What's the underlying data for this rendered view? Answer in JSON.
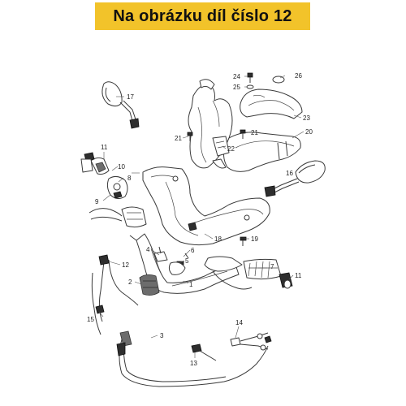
{
  "header": {
    "title": "Na obrázku díl číslo 12",
    "color": "#f2c32a"
  },
  "callouts": {
    "c1": "1",
    "c2": "2",
    "c3": "3",
    "c4": "4",
    "c5": "5",
    "c6": "6",
    "c7": "7",
    "c8": "8",
    "c9": "9",
    "c10": "10",
    "c11a": "11",
    "c11b": "11",
    "c12": "12",
    "c13": "13",
    "c14": "14",
    "c15": "15",
    "c16": "16",
    "c17": "17",
    "c18": "18",
    "c19": "19",
    "c20": "20",
    "c21a": "21",
    "c21b": "21",
    "c22": "22",
    "c23": "23",
    "c24": "24",
    "c25": "25",
    "c26": "26"
  }
}
